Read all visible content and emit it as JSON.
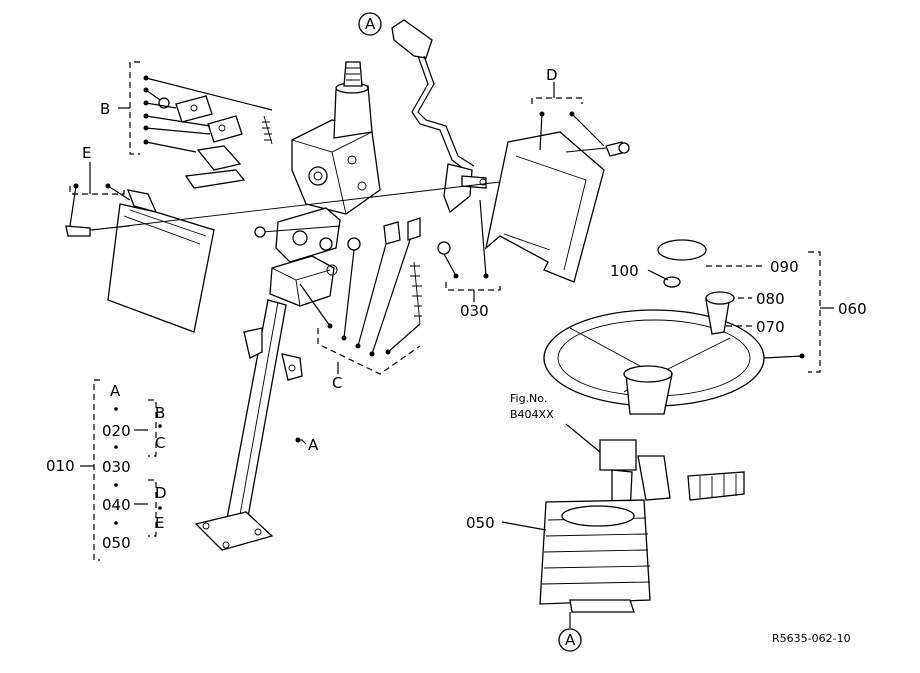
{
  "diagram": {
    "circle_marker": "A",
    "group_labels": {
      "b": "B",
      "c": "C",
      "d": "D",
      "e": "E",
      "a_lead": "A"
    },
    "part_numbers": {
      "p010": "010",
      "p020": "020",
      "p030": "030",
      "p040": "040",
      "p050": "050",
      "p060": "060",
      "p070": "070",
      "p080": "080",
      "p090": "090",
      "p100": "100"
    },
    "legend": {
      "root": "010",
      "items": [
        "A",
        "020",
        "030",
        "040",
        "050"
      ],
      "sub_020": [
        "B",
        "C"
      ],
      "sub_040": [
        "D",
        "E"
      ]
    },
    "fig_ref": {
      "line1": "Fig.No.",
      "line2": "B404XX"
    },
    "drawing_code": "R5635-062-10"
  }
}
